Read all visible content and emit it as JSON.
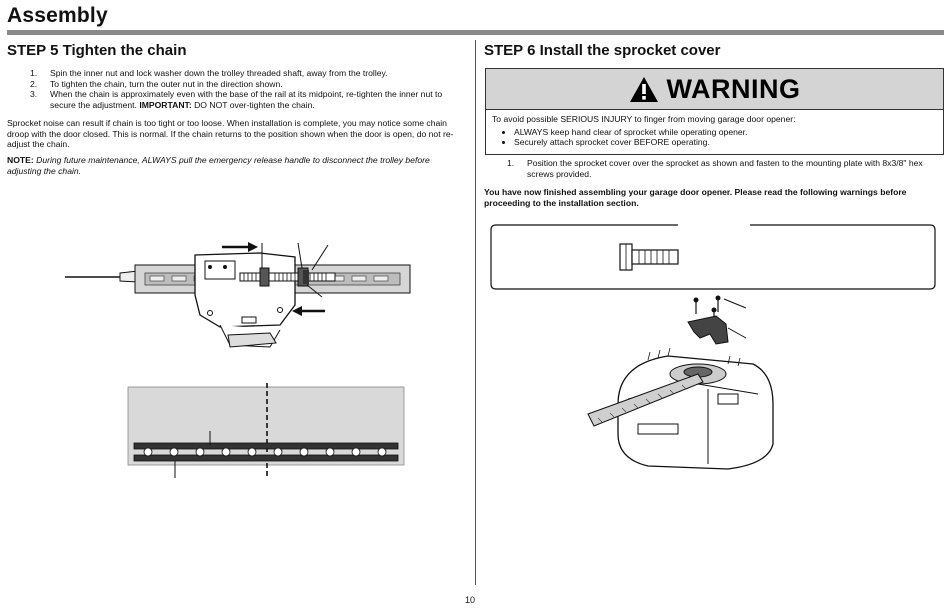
{
  "header": {
    "title": "Assembly"
  },
  "step5": {
    "title": "STEP 5 Tighten the chain",
    "items": [
      {
        "num": "1.",
        "text": "Spin the inner nut and lock washer down the trolley threaded shaft, away from the trolley."
      },
      {
        "num": "2.",
        "text": "To tighten the chain, turn the outer nut in the direction shown."
      },
      {
        "num": "3.",
        "text": "When the chain is approximately even with the base of the rail at its midpoint, re-tighten the inner nut to secure the adjustment.",
        "emphasis": "IMPORTANT:",
        "tail": " DO NOT over-tighten the chain."
      }
    ],
    "paragraph": "Sprocket noise can result if chain is too tight or too loose. When installation is complete, you may notice some chain droop with the door closed. This is normal. If the chain returns to the position shown when the door is open, do not re-adjust the chain.",
    "note_label": "NOTE:",
    "note_text": " During future maintenance, ALWAYS pull the emergency release handle to disconnect the trolley before adjusting the chain."
  },
  "step6": {
    "title": "STEP 6 Install the sprocket cover",
    "warning": {
      "word": "WARNING",
      "intro": "To avoid possible SERIOUS INJURY to finger from moving garage door opener:",
      "bullets": [
        "ALWAYS keep hand clear of sprocket while operating opener.",
        "Securely attach sprocket cover BEFORE operating."
      ]
    },
    "items": [
      {
        "num": "1.",
        "text": "Position the sprocket cover over the sprocket as shown and fasten to the mounting plate with 8x3/8\" hex screws provided."
      }
    ],
    "finish": "You have now finished assembling your garage door opener. Please read the following warnings before proceeding to the installation section."
  },
  "page_number": "10"
}
